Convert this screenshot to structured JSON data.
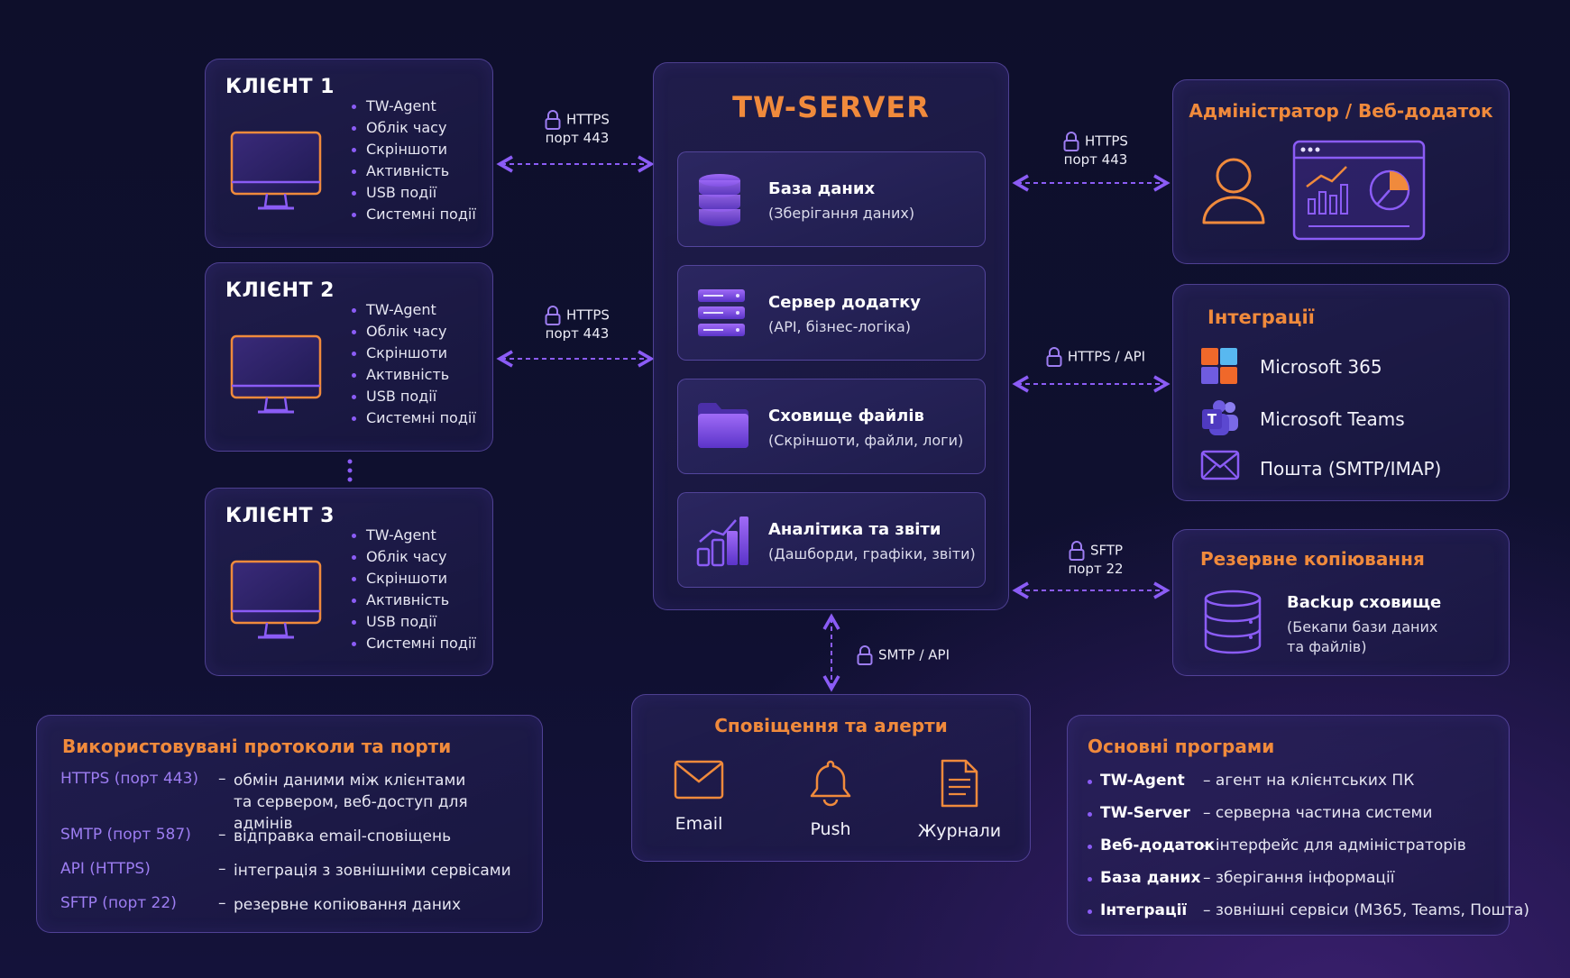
{
  "clients": [
    {
      "title": "КЛІЄНТ 1",
      "items": [
        "TW-Agent",
        "Облік часу",
        "Скріншоти",
        "Активність",
        "USB події",
        "Системні події"
      ]
    },
    {
      "title": "КЛІЄНТ 2",
      "items": [
        "TW-Agent",
        "Облік часу",
        "Скріншоти",
        "Активність",
        "USB події",
        "Системні події"
      ]
    },
    {
      "title": "КЛІЄНТ 3",
      "items": [
        "TW-Agent",
        "Облік часу",
        "Скріншоти",
        "Активність",
        "USB події",
        "Системні події"
      ]
    }
  ],
  "client_links": [
    {
      "proto": "HTTPS",
      "port": "порт 443"
    },
    {
      "proto": "HTTPS",
      "port": "порт 443"
    }
  ],
  "server": {
    "title": "TW-SERVER",
    "components": [
      {
        "name": "База даних",
        "desc": "(Зберігання даних)",
        "icon": "database-icon"
      },
      {
        "name": "Сервер додатку",
        "desc": "(API, бізнес-логіка)",
        "icon": "server-rack-icon"
      },
      {
        "name": "Сховище файлів",
        "desc": "(Скріншоти, файли, логи)",
        "icon": "folder-icon"
      },
      {
        "name": "Аналітика та звіти",
        "desc": "(Дашборди, графіки, звіти)",
        "icon": "analytics-chart-icon"
      }
    ]
  },
  "right_links": [
    {
      "proto": "HTTPS",
      "port": "порт 443"
    },
    {
      "proto": "HTTPS / API",
      "port": ""
    },
    {
      "proto": "SFTP",
      "port": "порт 22"
    }
  ],
  "admin": {
    "title": "Адміністратор / Веб-додаток"
  },
  "integrations": {
    "title": "Інтеграції",
    "items": [
      {
        "label": "Microsoft 365",
        "icon": "microsoft-365-icon"
      },
      {
        "label": "Microsoft Teams",
        "icon": "microsoft-teams-icon"
      },
      {
        "label": "Пошта (SMTP/IMAP)",
        "icon": "mail-icon"
      }
    ]
  },
  "backup": {
    "title": "Резервне копіювання",
    "name": "Backup сховище",
    "desc1": "(Бекапи бази даних",
    "desc2": "та файлів)"
  },
  "notify_link": {
    "proto": "SMTP / API"
  },
  "notifications": {
    "title": "Сповіщення та алерти",
    "items": [
      {
        "label": "Email",
        "icon": "envelope-icon"
      },
      {
        "label": "Push",
        "icon": "bell-icon"
      },
      {
        "label": "Журнали",
        "icon": "log-document-icon"
      }
    ]
  },
  "protocols": {
    "title": "Використовувані протоколи та порти",
    "rows": [
      {
        "key": "HTTPS (порт 443)",
        "dash": "–",
        "line1": "обмін даними між клієнтами",
        "line2": "та сервером, веб-доступ для адмінів"
      },
      {
        "key": "SMTP (порт 587)",
        "dash": "–",
        "line1": "відправка email-сповіщень",
        "line2": ""
      },
      {
        "key": "API (HTTPS)",
        "dash": "–",
        "line1": "інтеграція з зовнішніми сервісами",
        "line2": ""
      },
      {
        "key": "SFTP (порт 22)",
        "dash": "–",
        "line1": "резервне копіювання даних",
        "line2": ""
      }
    ]
  },
  "programs": {
    "title": "Основні програми",
    "rows": [
      {
        "key": "TW-Agent",
        "value": "– агент на клієнтських ПК"
      },
      {
        "key": "TW-Server",
        "value": "– серверна частина системи"
      },
      {
        "key": "Веб-додаток",
        "value": "– інтерфейс для адміністраторів"
      },
      {
        "key": "База даних",
        "value": "– зберігання інформації"
      },
      {
        "key": "Інтеграції",
        "value": "– зовнішні сервіси (M365, Teams, Пошта)"
      }
    ]
  },
  "colors": {
    "accent_orange": "#f08a3c",
    "accent_purple": "#8b5cf6",
    "background": "#0f1030"
  }
}
